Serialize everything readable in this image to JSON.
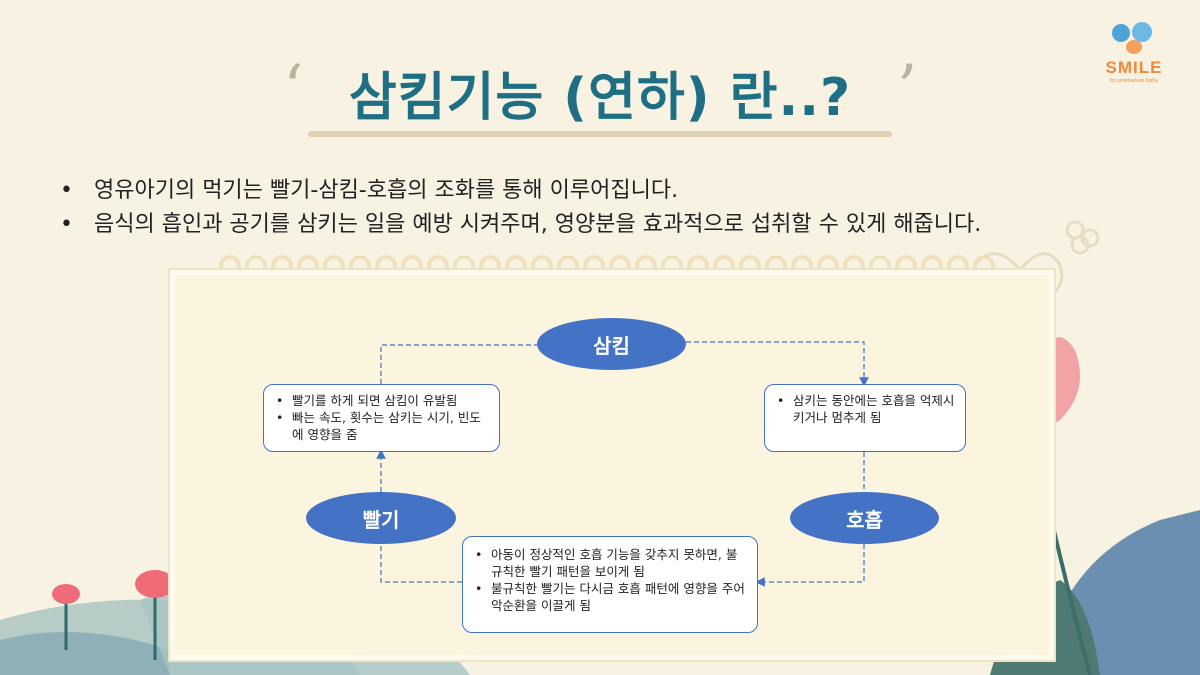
{
  "logo": {
    "text": "SMILE",
    "subtext": "for premature baby"
  },
  "title": "삼킴기능 (연하) 란..?",
  "quotes": {
    "open": "‘",
    "close": "’"
  },
  "bullets": [
    "영유아기의 먹기는 빨기-삼킴-호흡의  조화를 통해 이루어집니다.",
    "음식의 흡인과 공기를 삼키는 일을 예방 시켜주며, 영양분을 효과적으로 섭취할 수 있게 해줍니다."
  ],
  "diagram": {
    "nodes": {
      "swallow": "삼킴",
      "suck": "빨기",
      "breath": "호흡"
    },
    "boxes": {
      "left": [
        "빨기를 하게 되면 삼킴이 유발됨",
        "빠는 속도, 횟수는 삼키는 시기, 빈도에 영향을 줌"
      ],
      "right": [
        "삼키는 동안에는 호흡을 억제시키거나 멈추게 됨"
      ],
      "bottom": [
        "아동이 정상적인 호흡 기능을 갖추지 못하면, 불규칙한 빨기 패턴을 보이게 됨",
        "불규칙한 빨기는 다시금 호흡 패턴에 영향을 주어 악순환을 이끌게 됨"
      ]
    }
  },
  "colors": {
    "title": "#1e6e84",
    "node": "#4472c4",
    "background": "#f8f2e2"
  }
}
